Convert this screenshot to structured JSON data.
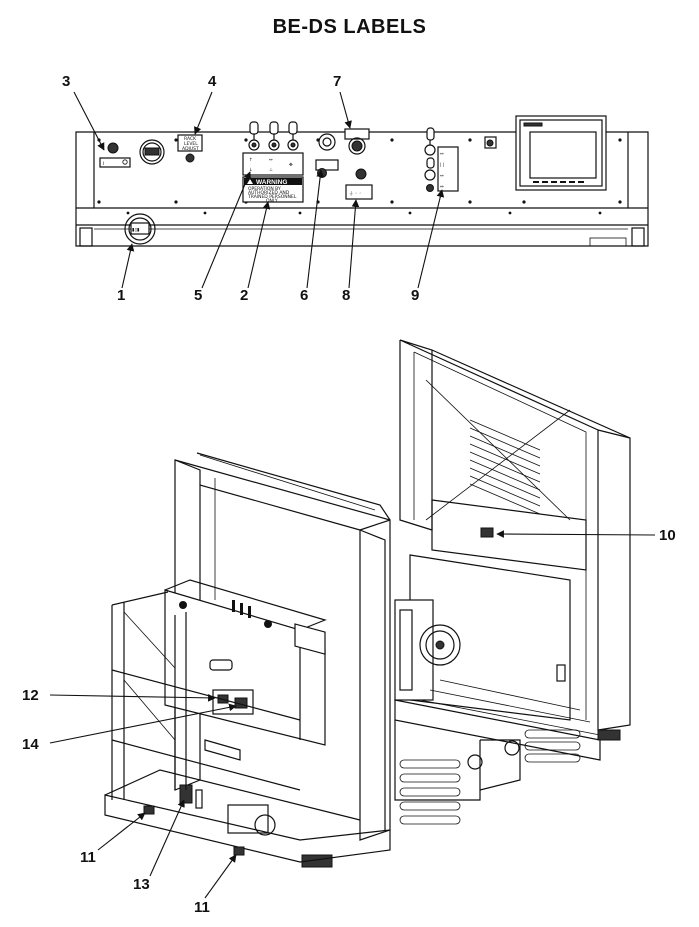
{
  "title": "BE-DS LABELS",
  "panel_labels": {
    "warning_heading": "WARNING",
    "warning_body": [
      "OPERATION BY",
      "AUTHORIZED AND",
      "TRAINED PERSONNEL",
      "ONLY"
    ],
    "rack_level": [
      "RACK",
      "LEVEL",
      "ADJUST"
    ]
  },
  "callouts": {
    "c1": "1",
    "c2": "2",
    "c3": "3",
    "c4": "4",
    "c5": "5",
    "c6": "6",
    "c7": "7",
    "c8": "8",
    "c9": "9",
    "c10": "10",
    "c11a": "11",
    "c11b": "11",
    "c12": "12",
    "c13": "13",
    "c14": "14"
  }
}
